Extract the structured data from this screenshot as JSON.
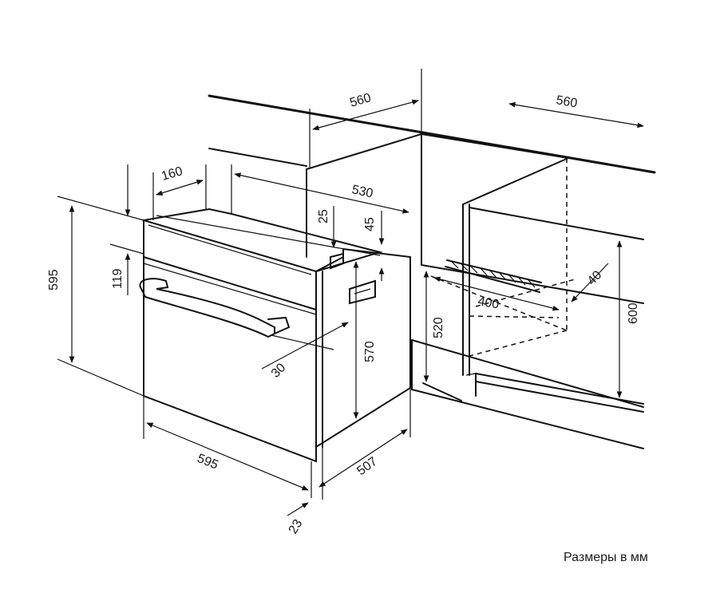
{
  "diagram": {
    "dimensions": {
      "d560_top": "560",
      "d560_right": "560",
      "d160": "160",
      "d530": "530",
      "d25": "25",
      "d45": "45",
      "d595_height": "595",
      "d119": "119",
      "d570": "570",
      "d520": "520",
      "d400": "400",
      "d40": "40",
      "d600": "600",
      "d30": "30",
      "d595_width": "595",
      "d507": "507",
      "d23": "23"
    },
    "caption": "Размеры в мм"
  }
}
